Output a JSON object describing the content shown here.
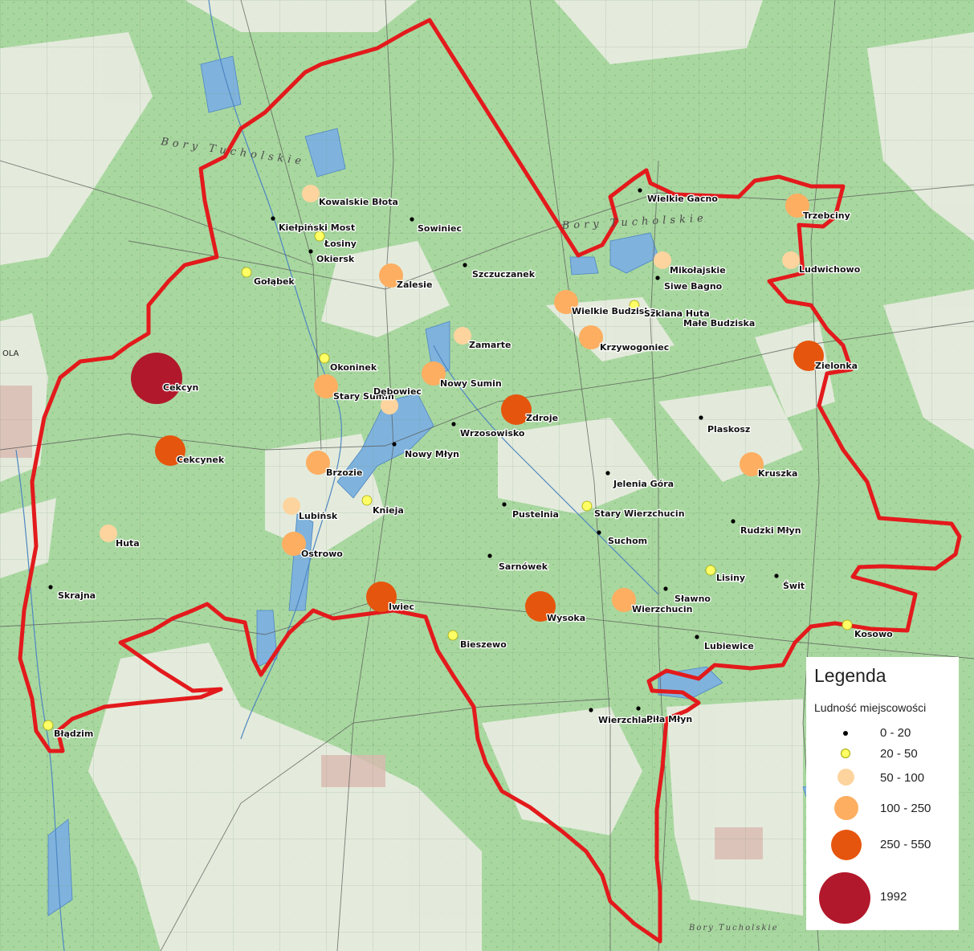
{
  "colors": {
    "forest": "#a9d7a0",
    "forest_dark": "#8cc884",
    "open_land": "#eeeee6",
    "water": "#7fb3dd",
    "boundary": "#e31a1c",
    "class_0_20": "#000000",
    "class_20_50": "#ffff66",
    "class_50_100": "#fdd49e",
    "class_100_250": "#fdae61",
    "class_250_550": "#e6550d",
    "class_1992": "#b2182b"
  },
  "map_text": {
    "region_1": "Bory Tucholskie",
    "region_2": "Bory Tucholskie",
    "region_3": "Bory Tucholskie",
    "edge_label": "OLA"
  },
  "legend": {
    "title": "Legenda",
    "subtitle": "Ludność miejscowości",
    "classes": [
      {
        "label": "0 - 20",
        "color": "#000000"
      },
      {
        "label": "20 - 50",
        "color": "#ffff66"
      },
      {
        "label": "50 - 100",
        "color": "#fdd49e"
      },
      {
        "label": "100 - 250",
        "color": "#fdae61"
      },
      {
        "label": "250 - 550",
        "color": "#e6550d"
      },
      {
        "label": "1992",
        "color": "#b2182b"
      }
    ]
  },
  "towns": [
    {
      "name": "Kowalskie Błota",
      "class": 2
    },
    {
      "name": "Kiełpiński Most",
      "class": 0
    },
    {
      "name": "Łosiny",
      "class": 1
    },
    {
      "name": "Okiersk",
      "class": 0
    },
    {
      "name": "Gołąbek",
      "class": 1
    },
    {
      "name": "Sowiniec",
      "class": 0
    },
    {
      "name": "Zalesie",
      "class": 3
    },
    {
      "name": "Szczuczanek",
      "class": 0
    },
    {
      "name": "Wielkie Gacno",
      "class": 0
    },
    {
      "name": "Trzebciny",
      "class": 3
    },
    {
      "name": "Ludwichowo",
      "class": 2
    },
    {
      "name": "Mikołajskie",
      "class": 2
    },
    {
      "name": "Siwe Bagno",
      "class": 0
    },
    {
      "name": "Wielkie Budziska",
      "class": 3
    },
    {
      "name": "Szklana Huta",
      "class": 1
    },
    {
      "name": "Małe Budziska",
      "class": 0
    },
    {
      "name": "Krzywogoniec",
      "class": 3
    },
    {
      "name": "Zamarte",
      "class": 2
    },
    {
      "name": "Okoninek",
      "class": 1
    },
    {
      "name": "Nowy Sumin",
      "class": 3
    },
    {
      "name": "Stary Sumin",
      "class": 3
    },
    {
      "name": "Dębowiec",
      "class": 2
    },
    {
      "name": "Wrzosowisko",
      "class": 0
    },
    {
      "name": "Zdroje",
      "class": 4
    },
    {
      "name": "Zielonka",
      "class": 4
    },
    {
      "name": "Plaskosz",
      "class": 0
    },
    {
      "name": "Cekcyn",
      "class": 5
    },
    {
      "name": "Nowy Młyn",
      "class": 0
    },
    {
      "name": "Cekcynek",
      "class": 4
    },
    {
      "name": "Brzozie",
      "class": 3
    },
    {
      "name": "Jelenia Góra",
      "class": 0
    },
    {
      "name": "Kruszka",
      "class": 3
    },
    {
      "name": "Knieja",
      "class": 1
    },
    {
      "name": "Lubińsk",
      "class": 2
    },
    {
      "name": "Pustelnia",
      "class": 0
    },
    {
      "name": "Stary Wierzchucin",
      "class": 1
    },
    {
      "name": "Suchom",
      "class": 0
    },
    {
      "name": "Rudzki Młyn",
      "class": 0
    },
    {
      "name": "Huta",
      "class": 2
    },
    {
      "name": "Ostrowo",
      "class": 3
    },
    {
      "name": "Sarnówek",
      "class": 0
    },
    {
      "name": "Lisiny",
      "class": 1
    },
    {
      "name": "Świt",
      "class": 0
    },
    {
      "name": "Skrajna",
      "class": 0
    },
    {
      "name": "Iwiec",
      "class": 4
    },
    {
      "name": "Wysoka",
      "class": 4
    },
    {
      "name": "Wierzchucin",
      "class": 3
    },
    {
      "name": "Sławno",
      "class": 0
    },
    {
      "name": "Kosowo",
      "class": 1
    },
    {
      "name": "Bieszewo",
      "class": 1
    },
    {
      "name": "Lubiewice",
      "class": 0
    },
    {
      "name": "Wierzchlas",
      "class": 0
    },
    {
      "name": "Piła Młyn",
      "class": 0
    },
    {
      "name": "Błądzim",
      "class": 1
    }
  ]
}
